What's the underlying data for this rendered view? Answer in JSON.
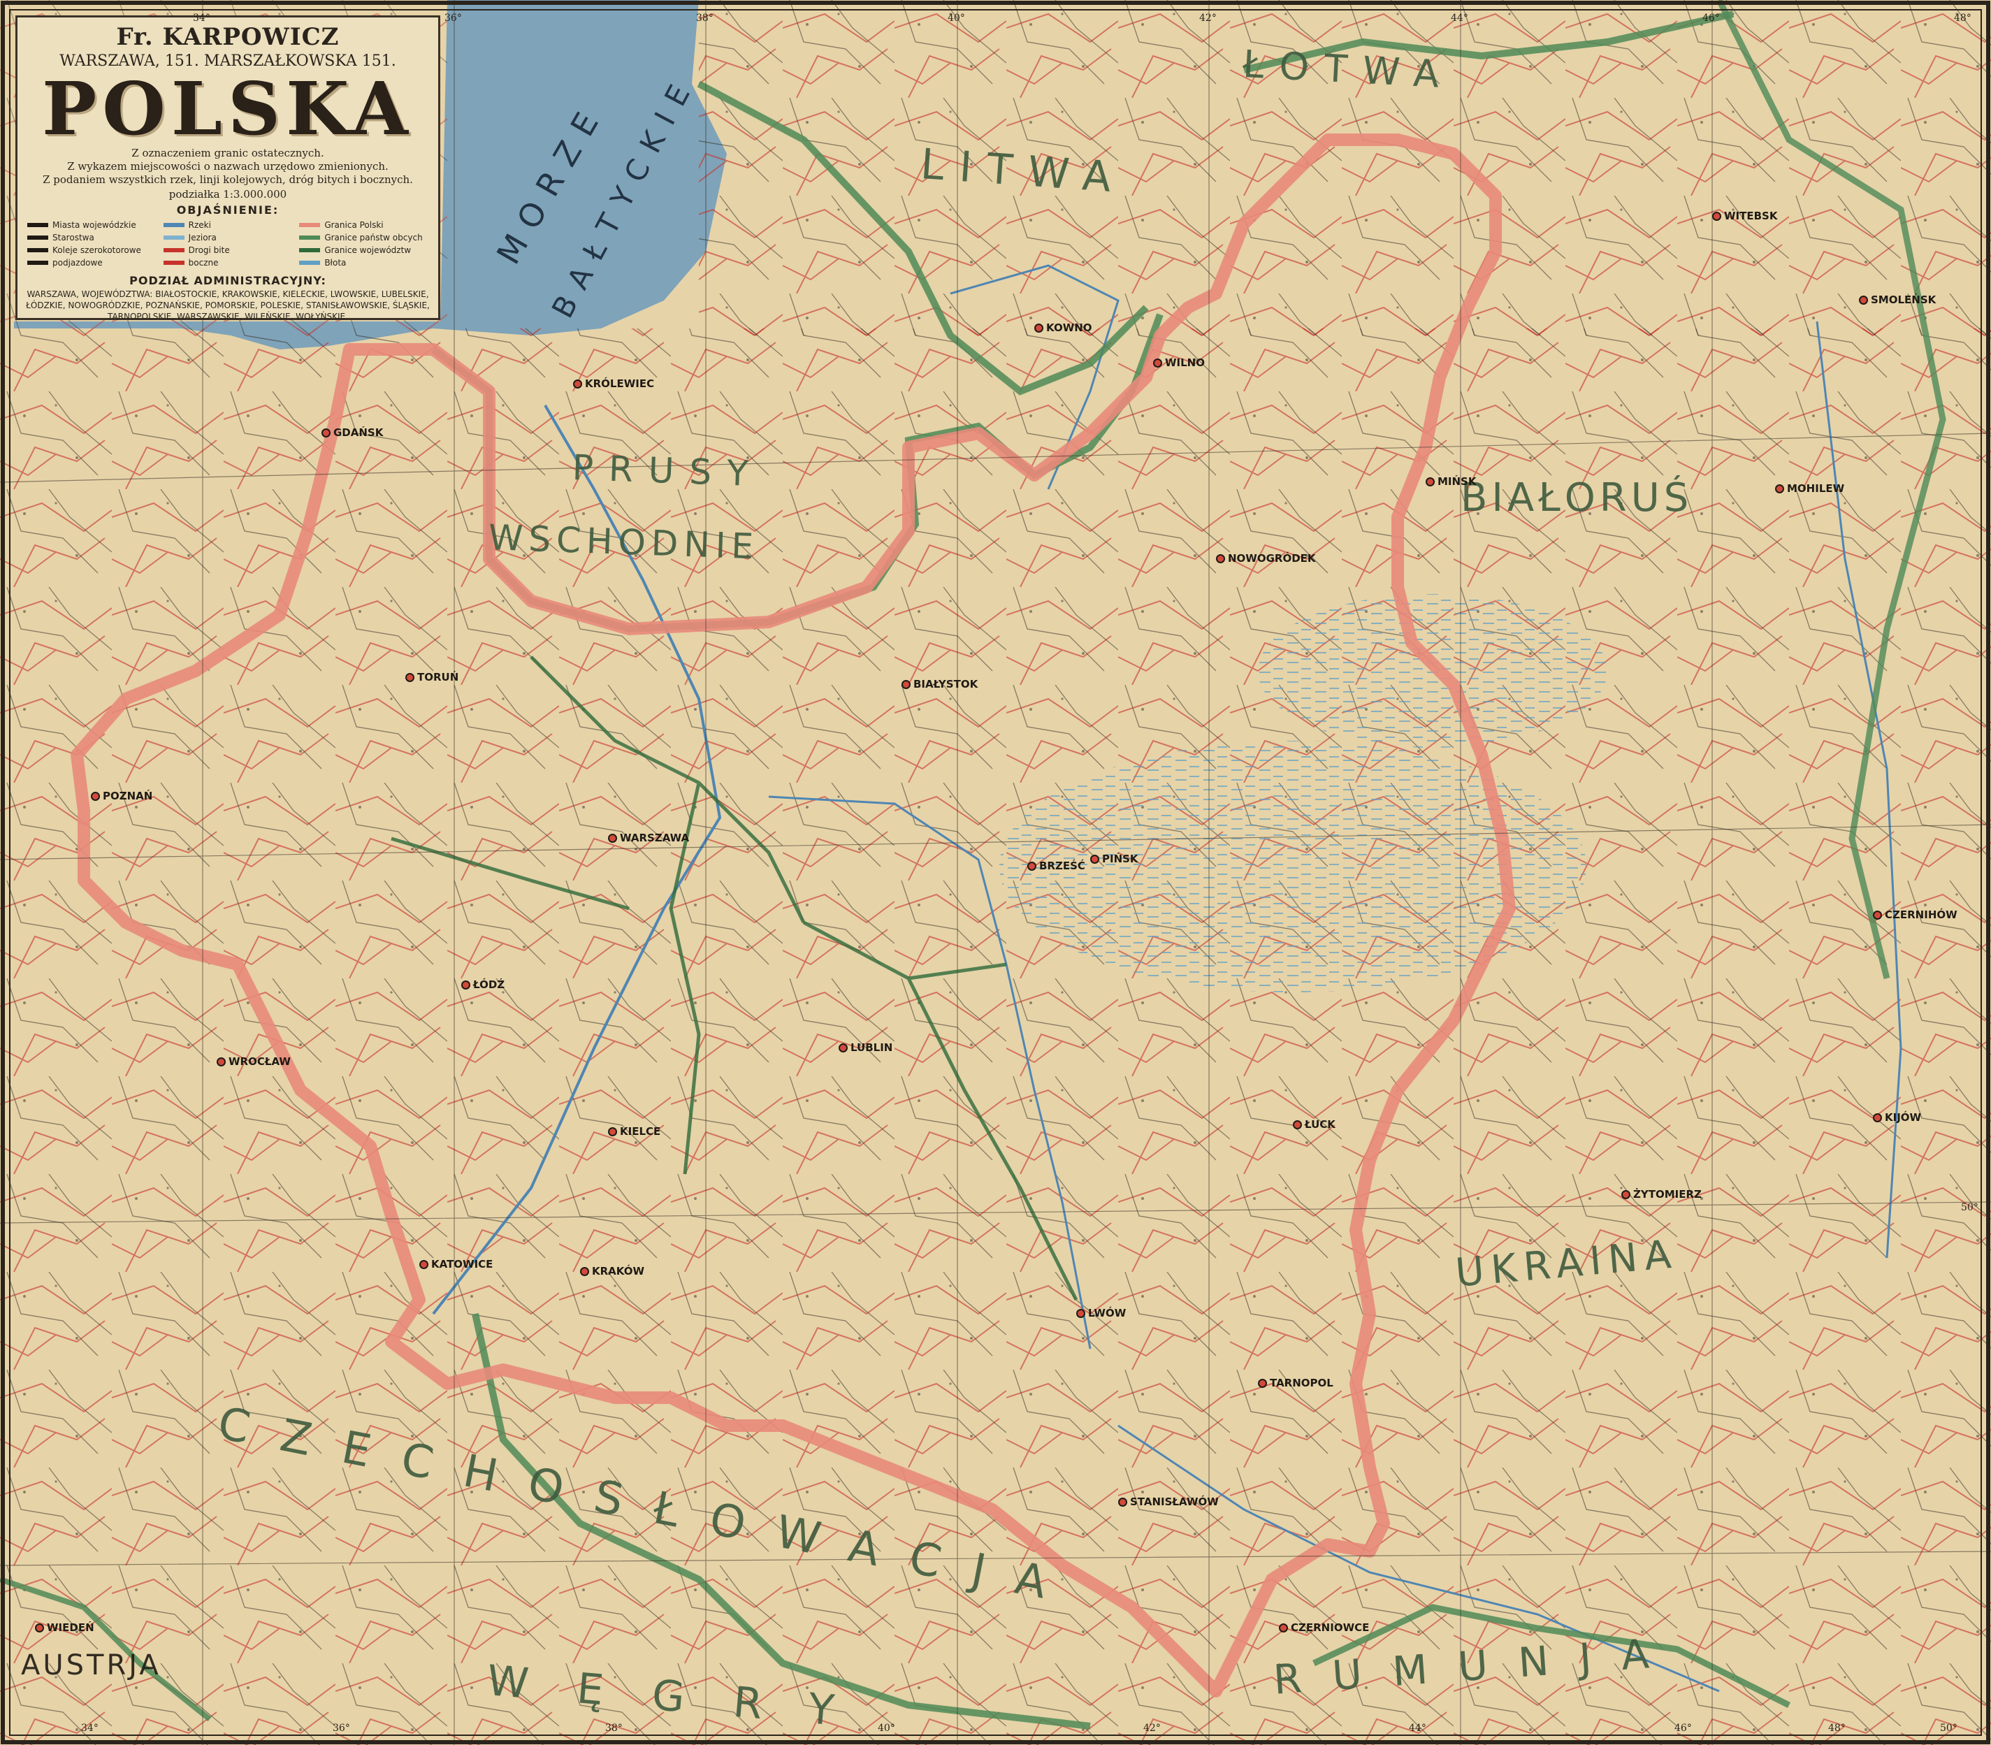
{
  "title_block": {
    "publisher": "Fr. KARPOWICZ",
    "address": "WARSZAWA, 151. MARSZAŁKOWSKA 151.",
    "title": "POLSKA",
    "subtitle_lines": [
      "Z oznaczeniem granic ostatecznych.",
      "Z wykazem miejscowości o nazwach urzędowo zmienionych.",
      "Z podaniem wszystkich rzek, linji kolejowych, dróg bitych i bocznych."
    ],
    "scale": "podziałka 1:3.000.000",
    "legend_title": "OBJAŚNIENIE:",
    "legend": [
      {
        "label": "Miasta wojewódzkie",
        "color": "#1f1a14"
      },
      {
        "label": "Rzeki",
        "color": "#4f86b3"
      },
      {
        "label": "Granica Polski",
        "color": "#e8897a"
      },
      {
        "label": "Starostwa",
        "color": "#1f1a14"
      },
      {
        "label": "Jeziora",
        "color": "#7fb1cf"
      },
      {
        "label": "Granice państw obcych",
        "color": "#4f8a57"
      },
      {
        "label": "Koleje szerokotorowe",
        "color": "#1f1a14"
      },
      {
        "label": "Drogi bite",
        "color": "#c7332b"
      },
      {
        "label": "Granice województw",
        "color": "#2f6a3a"
      },
      {
        "label": "podjazdowe",
        "color": "#1f1a14"
      },
      {
        "label": "boczne",
        "color": "#c7332b"
      },
      {
        "label": "Błota",
        "color": "#5fa0c4"
      }
    ],
    "admin_title": "PODZIAŁ ADMINISTRACYJNY:",
    "admin_text": "WARSZAWA, WOJEWÓDZTWA: BIAŁOSTOCKIE, KRAKOWSKIE, KIELECKIE, LWOWSKIE, LUBELSKIE, ŁÓDZKIE, NOWOGRÓDZKIE, POZNAŃSKIE, POMORSKIE, POLESKIE, STANISŁAWOWSKIE, ŚLĄSKIE, TARNOPOLSKIE, WARSZAWSKIE, WILEŃSKIE, WOŁYŃSKIE."
  },
  "sea": {
    "line1": "MORZE",
    "line2": "BAŁTYCKIE"
  },
  "regions": [
    {
      "id": "litwa",
      "label": "LITWA"
    },
    {
      "id": "lotwa",
      "label": "ŁOTWA"
    },
    {
      "id": "prusy",
      "label": "PRUSY"
    },
    {
      "id": "wschodnie",
      "label": "WSCHODNIE"
    },
    {
      "id": "bialorus",
      "label": "BIAŁORUŚ"
    },
    {
      "id": "ukraina",
      "label": "UKRAINA"
    },
    {
      "id": "czechoslowacja",
      "label": "CZECHOSŁOWACJA"
    },
    {
      "id": "rumunja",
      "label": "RUMUNJA"
    },
    {
      "id": "wegry",
      "label": "WĘGRY"
    },
    {
      "id": "austrja",
      "label": "AUSTRJA"
    }
  ],
  "cities": [
    {
      "id": "warszawa",
      "label": "WARSZAWA"
    },
    {
      "id": "krakow",
      "label": "KRAKÓW"
    },
    {
      "id": "lwow",
      "label": "LWÓW"
    },
    {
      "id": "wilno",
      "label": "WILNO"
    },
    {
      "id": "poznan",
      "label": "POZNAŃ"
    },
    {
      "id": "lodz",
      "label": "ŁÓDŹ"
    },
    {
      "id": "lublin",
      "label": "LUBLIN"
    },
    {
      "id": "kielce",
      "label": "KIELCE"
    },
    {
      "id": "bialystok",
      "label": "BIAŁYSTOK"
    },
    {
      "id": "torun",
      "label": "TORUŃ"
    },
    {
      "id": "gdansk",
      "label": "GDAŃSK"
    },
    {
      "id": "krolewiec",
      "label": "KRÓLEWIEC"
    },
    {
      "id": "katowice",
      "label": "KATOWICE"
    },
    {
      "id": "wroclaw",
      "label": "WROCŁAW"
    },
    {
      "id": "tarnopol",
      "label": "TARNOPOL"
    },
    {
      "id": "stanislawow",
      "label": "STANISŁAWÓW"
    },
    {
      "id": "luck",
      "label": "ŁUCK"
    },
    {
      "id": "brzesc",
      "label": "BRZEŚĆ"
    },
    {
      "id": "nowogrodek",
      "label": "NOWOGRÓDEK"
    },
    {
      "id": "minsk",
      "label": "MIŃSK"
    },
    {
      "id": "kowno",
      "label": "KOWNO"
    },
    {
      "id": "witebsk",
      "label": "WITEBSK"
    },
    {
      "id": "smolensk",
      "label": "SMOLEŃSK"
    },
    {
      "id": "mohilew",
      "label": "MOHILEW"
    },
    {
      "id": "czernihow",
      "label": "CZERNIHÓW"
    },
    {
      "id": "kijow",
      "label": "KIJÓW"
    },
    {
      "id": "zytomierz",
      "label": "ŻYTOMIERZ"
    },
    {
      "id": "czerniowce",
      "label": "CZERNIOWCE"
    },
    {
      "id": "wieden",
      "label": "WIEDEŃ"
    },
    {
      "id": "pinsk",
      "label": "PIŃSK"
    }
  ],
  "graticule": {
    "top": [
      "34°",
      "36°",
      "38°",
      "40°",
      "42°",
      "44°",
      "46°",
      "48°"
    ],
    "bottom": [
      "34°",
      "36°",
      "38°",
      "40°",
      "42°",
      "44°",
      "46°",
      "48°",
      "50°"
    ],
    "right": [
      "50°"
    ]
  },
  "colors": {
    "paper": "#e6d3a8",
    "sea": "#7fa3b8",
    "poland_border": "#e8897a",
    "foreign_border": "#4f8a57",
    "road": "#c7332b",
    "rail": "#2b241c",
    "river": "#4f86b3"
  }
}
